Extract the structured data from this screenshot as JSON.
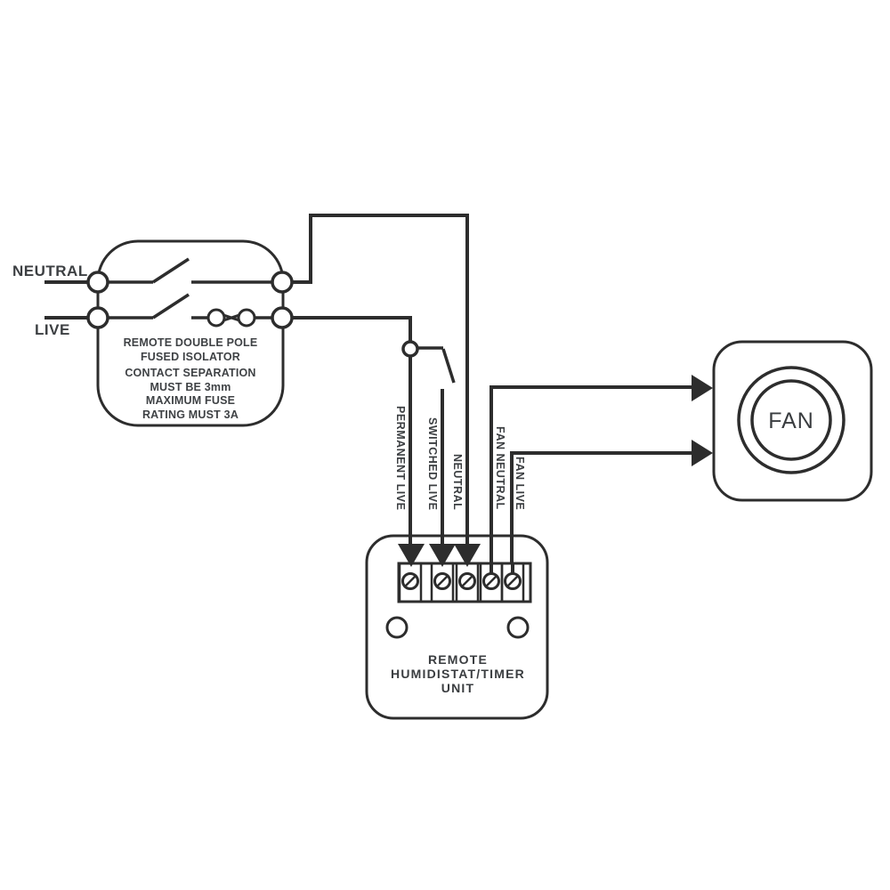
{
  "supply": {
    "neutral": "NEUTRAL",
    "live": "LIVE"
  },
  "isolator": {
    "lines": [
      "REMOTE DOUBLE POLE",
      "FUSED ISOLATOR",
      "CONTACT SEPARATION",
      "MUST BE 3mm",
      "MAXIMUM FUSE",
      "RATING MUST 3A"
    ]
  },
  "wire_labels": [
    "PERMANENT LIVE",
    "SWITCHED LIVE",
    "NEUTRAL",
    "FAN NEUTRAL",
    "FAN LIVE"
  ],
  "unit": {
    "lines": [
      "REMOTE",
      "HUMIDISTAT/TIMER",
      "UNIT"
    ]
  },
  "fan": {
    "label": "FAN"
  },
  "colors": {
    "line": "#2d2d2d",
    "text": "#3c3f42",
    "background": "#ffffff"
  }
}
